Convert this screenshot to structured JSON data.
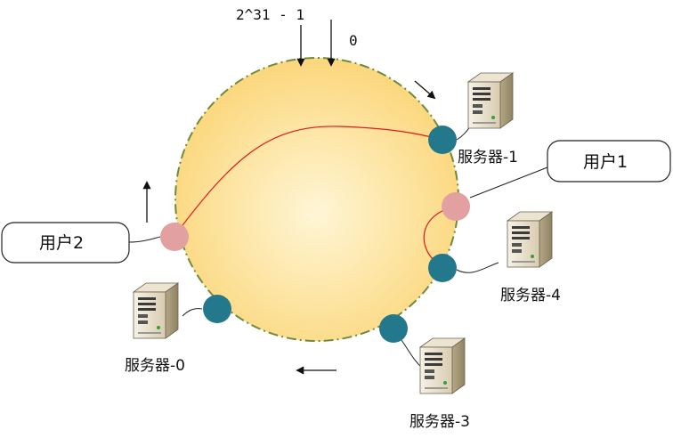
{
  "ring": {
    "max_label": "2^31 - 1",
    "zero_label": "0",
    "fill_center": "#fff4cc",
    "fill_edge": "#fcd882",
    "border_color": "#6e8b3d"
  },
  "colors": {
    "server_node": "#23788c",
    "user_node": "#e2a0a0",
    "route": "#e0191f"
  },
  "servers": [
    {
      "label": "服务器-0"
    },
    {
      "label": "服务器-1"
    },
    {
      "label": "服务器-3"
    },
    {
      "label": "服务器-4"
    }
  ],
  "users": [
    {
      "label": "用户1"
    },
    {
      "label": "用户2"
    }
  ],
  "icons": [
    "server-icon",
    "arrow-icon"
  ]
}
